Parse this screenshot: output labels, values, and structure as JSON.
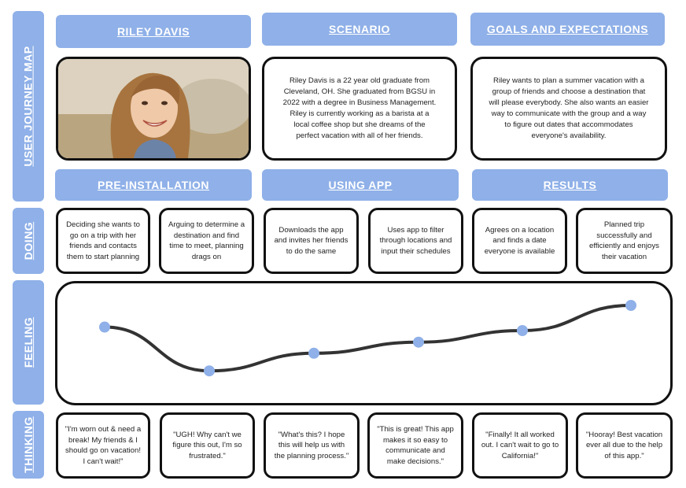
{
  "side_labels": {
    "journey": "USER JOURNEY MAP",
    "doing": "DOING",
    "feeling": "FEELING",
    "thinking": "THINKING"
  },
  "headers": {
    "persona": "RILEY DAVIS",
    "scenario": "SCENARIO",
    "goals": "GOALS AND EXPECTATIONS",
    "pre_installation": "PRE-INSTALLATION",
    "using_app": "USING APP",
    "results": "RESULTS"
  },
  "scenario_text": "Riley Davis is a 22 year old graduate from Cleveland, OH. She graduated from BGSU in 2022 with a degree in Business Management. Riley is currently working as a barista at a local coffee shop but she dreams of the perfect vacation with all of her friends.",
  "goals_text": "Riley wants to plan a summer vacation with a group of friends and choose a destination that will please everybody. She also wants an easier way to communicate with the group and a way to figure out dates that accommodates everyone's availability.",
  "doing": [
    "Deciding she wants to go on a trip with her friends and contacts them to start planning",
    "Arguing to determine a destination and find time to meet, planning drags on",
    "Downloads the app and invites her friends to do the same",
    "Uses app to filter through locations and input their schedules",
    "Agrees on a location and finds a date everyone is available",
    "Planned trip successfully and efficiently and enjoys their vacation"
  ],
  "feeling_levels": [
    0.32,
    -0.55,
    -0.2,
    0.02,
    0.25,
    0.75
  ],
  "thinking": [
    "\"I'm worn out & need a break! My friends & I should go on vacation! I can't wait!\"",
    "\"UGH! Why can't we figure this out, I'm so frustrated.\"",
    "\"What's this? I hope this will help us with the planning process.\"",
    "\"This is great! This app makes it so easy to communicate and make decisions.\"",
    "\"Finally! It all worked out. I can't wait to go to California!\"",
    "\"Hooray! Best vacation ever all due to the help of this app.\""
  ],
  "colors": {
    "accent": "#8fb0e8",
    "border": "#111111",
    "dot": "#8fb0e8",
    "line": "#333333"
  }
}
